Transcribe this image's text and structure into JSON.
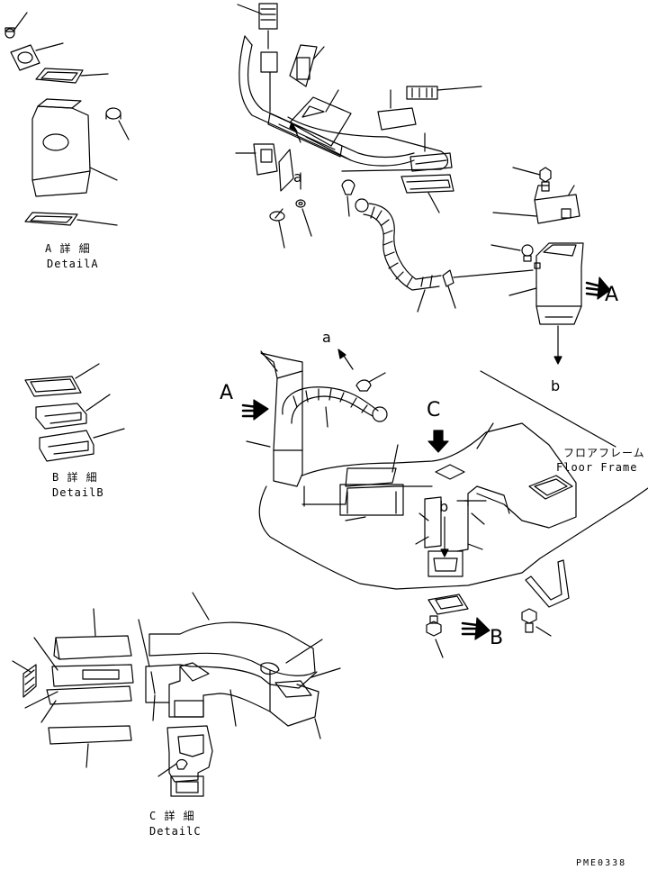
{
  "details": {
    "a": {
      "title": "A 詳 細",
      "subtitle": "DetailA"
    },
    "b": {
      "title": "B 詳 細",
      "subtitle": "DetailB"
    },
    "c": {
      "title": "C 詳 細",
      "subtitle": "DetailC"
    }
  },
  "callouts": {
    "view_A_right": "A",
    "view_A_left": "A",
    "view_B": "B",
    "view_C": "C",
    "conn_a_top": "a",
    "conn_a_mid": "a",
    "conn_b_right": "b",
    "conn_b_mid": "b"
  },
  "floor_frame": {
    "label_jp": "フロアフレーム",
    "label_en": "Floor Frame"
  },
  "drawing_code": "PME0338"
}
